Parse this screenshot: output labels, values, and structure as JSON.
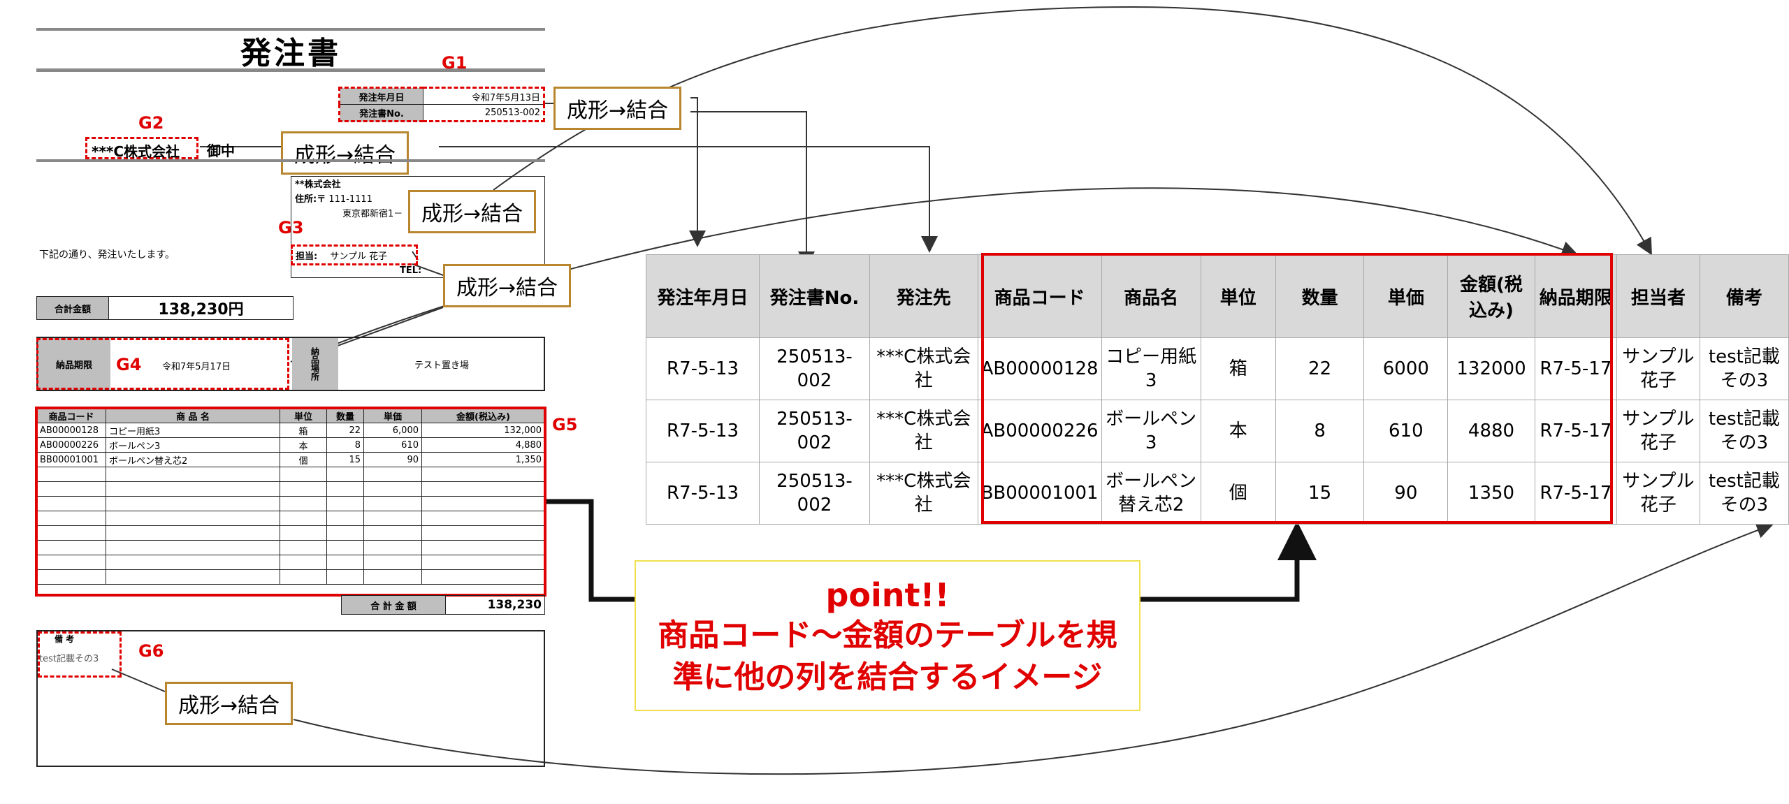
{
  "form": {
    "title": "発注書",
    "order_date_label": "発注年月日",
    "order_date_value": "令和7年5月13日",
    "order_no_label": "発注書No.",
    "order_no_value": "250513-002",
    "recipient": "***C株式会社",
    "recipient_suffix": "御中",
    "vendor_name": "**株式会社",
    "vendor_address_label": "住所:〒",
    "vendor_zip": "111-1111",
    "vendor_address": "東京都新宿1－",
    "contact_label": "担当:",
    "contact_name": "サンプル 花子",
    "tel_label": "TEL:",
    "intro": "下記の通り、発注いたします。",
    "total_label": "合計金額",
    "total_value": "138,230円",
    "delivery_label": "納品期限",
    "delivery_value": "令和7年5月17日",
    "place_label": "納品場所",
    "place_value": "テスト置き場",
    "items_headers": [
      "商品コード",
      "商 品 名",
      "単位",
      "数量",
      "単価",
      "金額(税込み)"
    ],
    "items": [
      [
        "AB00000128",
        "コピー用紙3",
        "箱",
        "22",
        "6,000",
        "132,000"
      ],
      [
        "AB00000226",
        "ボールペン3",
        "本",
        "8",
        "610",
        "4,880"
      ],
      [
        "BB00001001",
        "ボールペン替え芯2",
        "個",
        "15",
        "90",
        "1,350"
      ]
    ],
    "sum_label": "合 計 金 額",
    "sum_value": "138,230",
    "remarks_label": "備 考",
    "remarks_value": "test記載その3"
  },
  "groups": {
    "g1": "G1",
    "g2": "G2",
    "g3": "G3",
    "g4": "G4",
    "g5": "G5",
    "g6": "G6"
  },
  "callout_text": "成形→結合",
  "result": {
    "headers": [
      "発注年月日",
      "発注書No.",
      "発注先",
      "商品コード",
      "商品名",
      "単位",
      "数量",
      "単価",
      "金額(税込み)",
      "納品期限",
      "担当者",
      "備考"
    ],
    "rows": [
      [
        "R7-5-13",
        "250513-002",
        "***C株式会社",
        "AB00000128",
        "コピー用紙3",
        "箱",
        "22",
        "6000",
        "132000",
        "R7-5-17",
        "サンプル花子",
        "test記載その3"
      ],
      [
        "R7-5-13",
        "250513-002",
        "***C株式会社",
        "AB00000226",
        "ボールペン3",
        "本",
        "8",
        "610",
        "4880",
        "R7-5-17",
        "サンプル花子",
        "test記載その3"
      ],
      [
        "R7-5-13",
        "250513-002",
        "***C株式会社",
        "BB00001001",
        "ボールペン替え芯2",
        "個",
        "15",
        "90",
        "1350",
        "R7-5-17",
        "サンプル花子",
        "test記載その3"
      ]
    ]
  },
  "point": {
    "title": "point!!",
    "line1": "商品コード～金額のテーブルを規",
    "line2": "準に他の列を結合するイメージ"
  },
  "colors": {
    "accent_red": "#e00000",
    "callout_border": "#b8862e",
    "point_border": "#f0e050",
    "header_gray": "#d9d9d9"
  }
}
